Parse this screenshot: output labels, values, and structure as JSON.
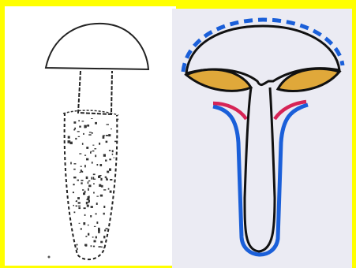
{
  "figure": {
    "panels": [
      {
        "id": "left",
        "style": "pencil sketch",
        "parts": [
          "cap",
          "stipe",
          "stipe-scales"
        ]
      },
      {
        "id": "right",
        "style": "colored cross-section",
        "parts": [
          "cap",
          "gills",
          "stipe",
          "partial-veil",
          "universal-veil"
        ]
      }
    ],
    "colors": {
      "frame": "#ffff00",
      "left_background": "#ffffff",
      "right_background": "#ebebf3",
      "outline": "#111111",
      "gills": "#e0a83a",
      "partial_veil": "#d62456",
      "universal_veil": "#1a5fd9",
      "scales": "#333333"
    }
  }
}
